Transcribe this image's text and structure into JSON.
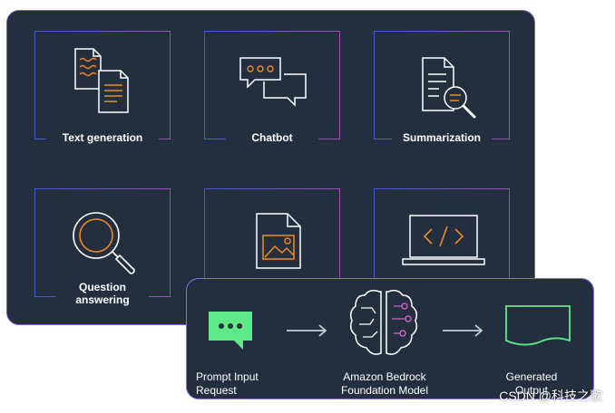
{
  "use_cases": [
    {
      "label": "Text generation",
      "icon": "documents-icon"
    },
    {
      "label": "Chatbot",
      "icon": "chat-bubbles-icon"
    },
    {
      "label": "Summarization",
      "icon": "document-search-icon"
    },
    {
      "label": "Question answering",
      "label_lines": [
        "Question",
        "answering"
      ],
      "icon": "magnifier-icon"
    },
    {
      "label": "",
      "icon": "image-file-icon"
    },
    {
      "label": "",
      "icon": "code-laptop-icon"
    }
  ],
  "flow": {
    "steps": [
      {
        "label_lines": [
          "Prompt Input",
          "Request"
        ],
        "icon": "message-icon"
      },
      {
        "label_lines": [
          "Amazon Bedrock",
          "Foundation Model"
        ],
        "icon": "brain-icon"
      },
      {
        "label_lines": [
          "Generated",
          "Output"
        ],
        "icon": "output-document-icon"
      }
    ]
  },
  "watermark": "CSDN @科技之歌",
  "colors": {
    "panel_bg": "#232f3e",
    "frame_gradient_start": "#4b6bff",
    "frame_gradient_end": "#c45bdc",
    "icon_stroke": "#ffffff",
    "icon_accent": "#f08a24",
    "brain_accent": "#d05fc6",
    "green_accent": "#5fe88a"
  }
}
